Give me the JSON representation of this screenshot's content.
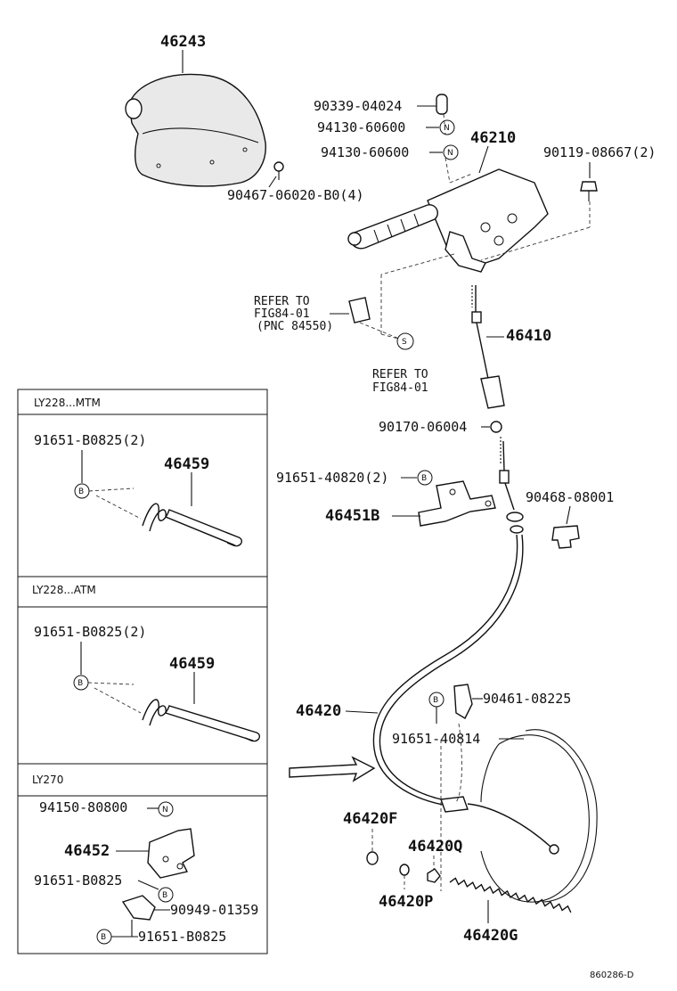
{
  "labels": {
    "p46243": "46243",
    "p90339": "90339-04024",
    "p94130a": "94130-60600",
    "p94130b": "94130-60600",
    "p46210": "46210",
    "p90119": "90119-08667(2)",
    "p90467": "90467-06020-B0(4)",
    "refer1_a": "REFER TO",
    "refer1_b": "FIG84-01",
    "refer1_c": "(PNC 84550)",
    "refer2_a": "REFER TO",
    "refer2_b": "FIG84-01",
    "p46410": "46410",
    "p90170": "90170-06004",
    "p91651_40820": "91651-40820(2)",
    "p90468": "90468-08001",
    "p46451B": "46451B",
    "p46420": "46420",
    "p90461": "90461-08225",
    "p91651_40814": "91651-40814",
    "p46420F": "46420F",
    "p46420Q": "46420Q",
    "p46420P": "46420P",
    "p46420G": "46420G",
    "diagram_code": "860286-D"
  },
  "marks": {
    "N": "N",
    "S": "S",
    "B": "B"
  },
  "panels": [
    {
      "header": "LY228...MTM",
      "bolt": "91651-B0825(2)",
      "part": "46459"
    },
    {
      "header": "LY228...ATM",
      "bolt": "91651-B0825(2)",
      "part": "46459"
    },
    {
      "header": "LY270",
      "nut": "94150-80800",
      "part": "46452",
      "bolt_a": "91651-B0825",
      "clip": "90949-01359",
      "bolt_b": "91651-B0825"
    }
  ]
}
